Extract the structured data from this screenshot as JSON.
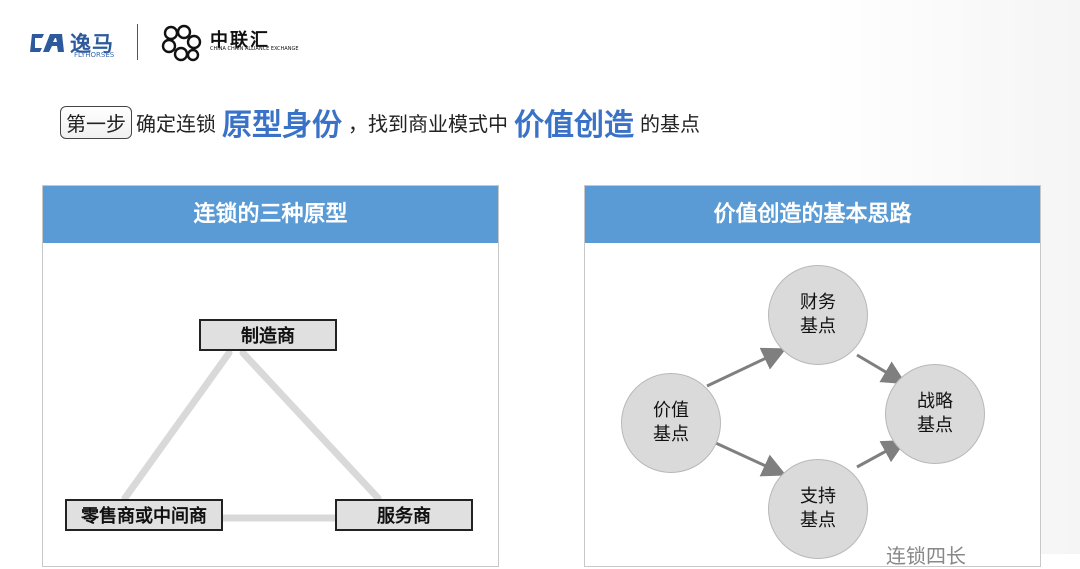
{
  "logos": {
    "yima_cn": "逸马",
    "yima_en": "FLYHORSES",
    "zlh_cn": "中联汇",
    "zlh_en": "CHINA CHAIN ALLIANCE EXCHANGE"
  },
  "headline": {
    "step": "第一步",
    "part1": "确定连锁",
    "em1": "原型身份",
    "part2": "，找到商业模式中",
    "em2": "价值创造",
    "part3": "的基点"
  },
  "left_panel": {
    "title": "连锁的三种原型",
    "nodes": [
      "制造商",
      "零售商或中间商",
      "服务商"
    ]
  },
  "right_panel": {
    "title": "价值创造的基本思路",
    "nodes": [
      {
        "line1": "价值",
        "line2": "基点"
      },
      {
        "line1": "财务",
        "line2": "基点"
      },
      {
        "line1": "支持",
        "line2": "基点"
      },
      {
        "line1": "战略",
        "line2": "基点"
      }
    ]
  },
  "watermark": "连锁四长"
}
